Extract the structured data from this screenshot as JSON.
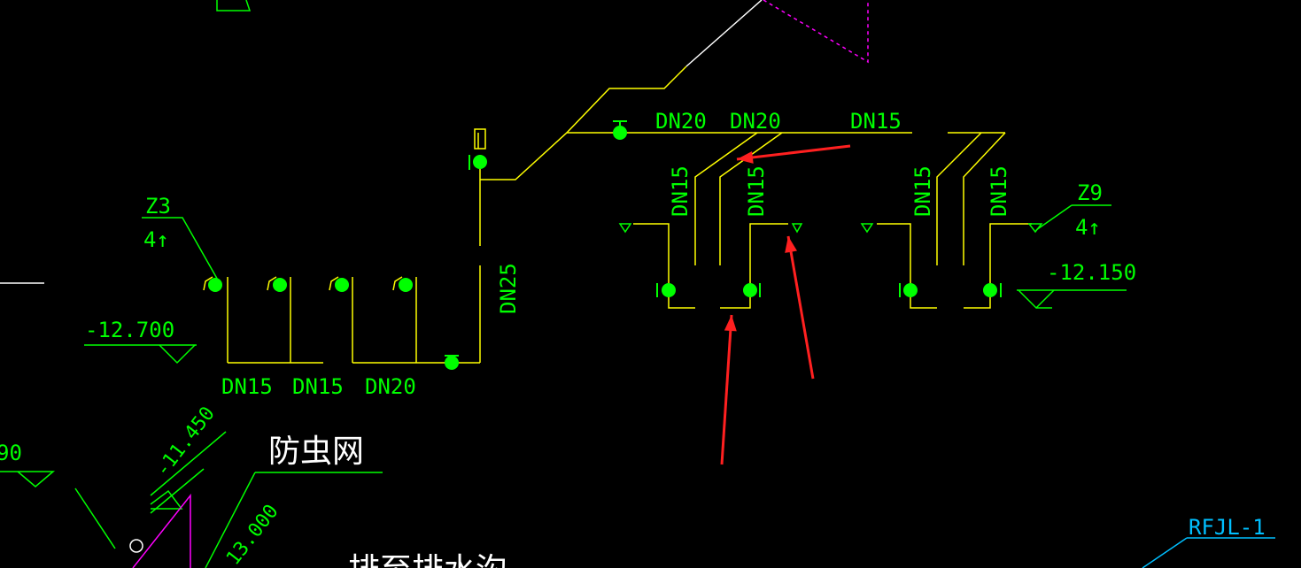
{
  "colors": {
    "background": "#000000",
    "pipe": "#ffff00",
    "text": "#00ff00",
    "valve": "#00ff00",
    "leader": "#00ff00",
    "magenta": "#ff00ff",
    "arrow": "#ff2020",
    "white": "#ffffff",
    "cyan": "#00bfff"
  },
  "labels": {
    "dn20_a": "DN20",
    "dn20_b": "DN20",
    "dn15_top": "DN15",
    "dn15_v1": "DN15",
    "dn15_v2": "DN15",
    "dn15_v3": "DN15",
    "dn15_v4": "DN15",
    "dn25": "DN25",
    "dn15_bottom_a": "DN15",
    "dn15_bottom_b": "DN15",
    "dn20_bottom": "DN20",
    "z3": "Z3",
    "z3_count": "4↑",
    "z9": "Z9",
    "z9_count": "4↑",
    "elev_left": "-12.700",
    "elev_right": "-12.150",
    "elev_diag": "-11.450",
    "elev_diag2": "13.000",
    "elev_cut": "90",
    "insect_net": "防虫网",
    "bottom_text": "排至排水沟",
    "rfjl": "RFJL-1"
  }
}
